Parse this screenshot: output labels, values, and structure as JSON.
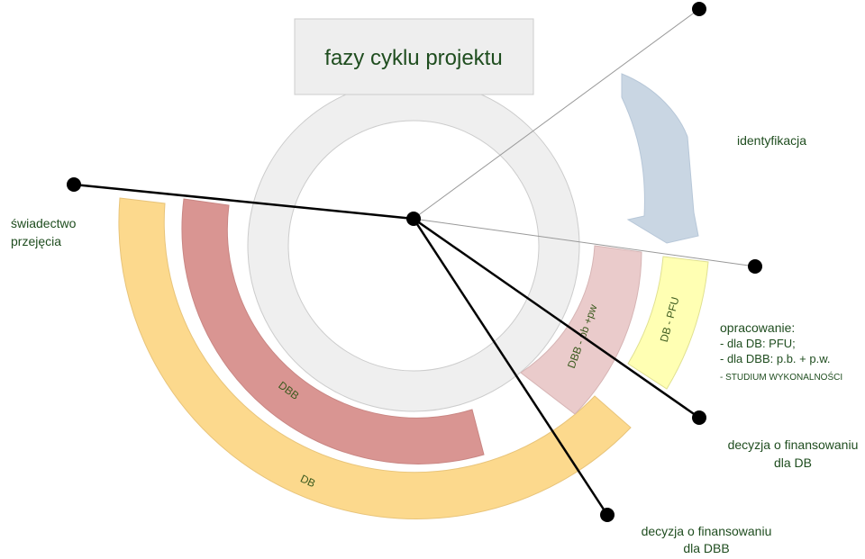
{
  "title": "fazy cyklu projektu",
  "labels": {
    "identification": "identyfikacja",
    "handover_line1": "świadectwo",
    "handover_line2": "przejęcia",
    "prep_line1": "opracowanie:",
    "prep_line2": "- dla DB: PFU;",
    "prep_line3": "- dla DBB: p.b. + p.w.",
    "prep_line4": "- STUDIUM WYKONALNOŚCI",
    "decision_db_line1": "decyzja o finansowaniu",
    "decision_db_line2": "dla DB",
    "decision_dbb_line1": "decyzja o finansowaniu",
    "decision_dbb_line2": "dla DBB"
  },
  "arcs": {
    "dbb": "DBB",
    "db": "DB",
    "dbb_pb_pw": "DBB - pb +pw",
    "db_pfu": "DB - PFU"
  },
  "colors": {
    "title_box": "#eeeeee",
    "ring": "#efefef",
    "arrow": "#c9d6e3",
    "dbb": "#d99592",
    "db": "#fcd98d",
    "dbb_pb_pw": "#eacbcb",
    "db_pfu": "#ffffb3",
    "text": "#1f4d1f"
  }
}
